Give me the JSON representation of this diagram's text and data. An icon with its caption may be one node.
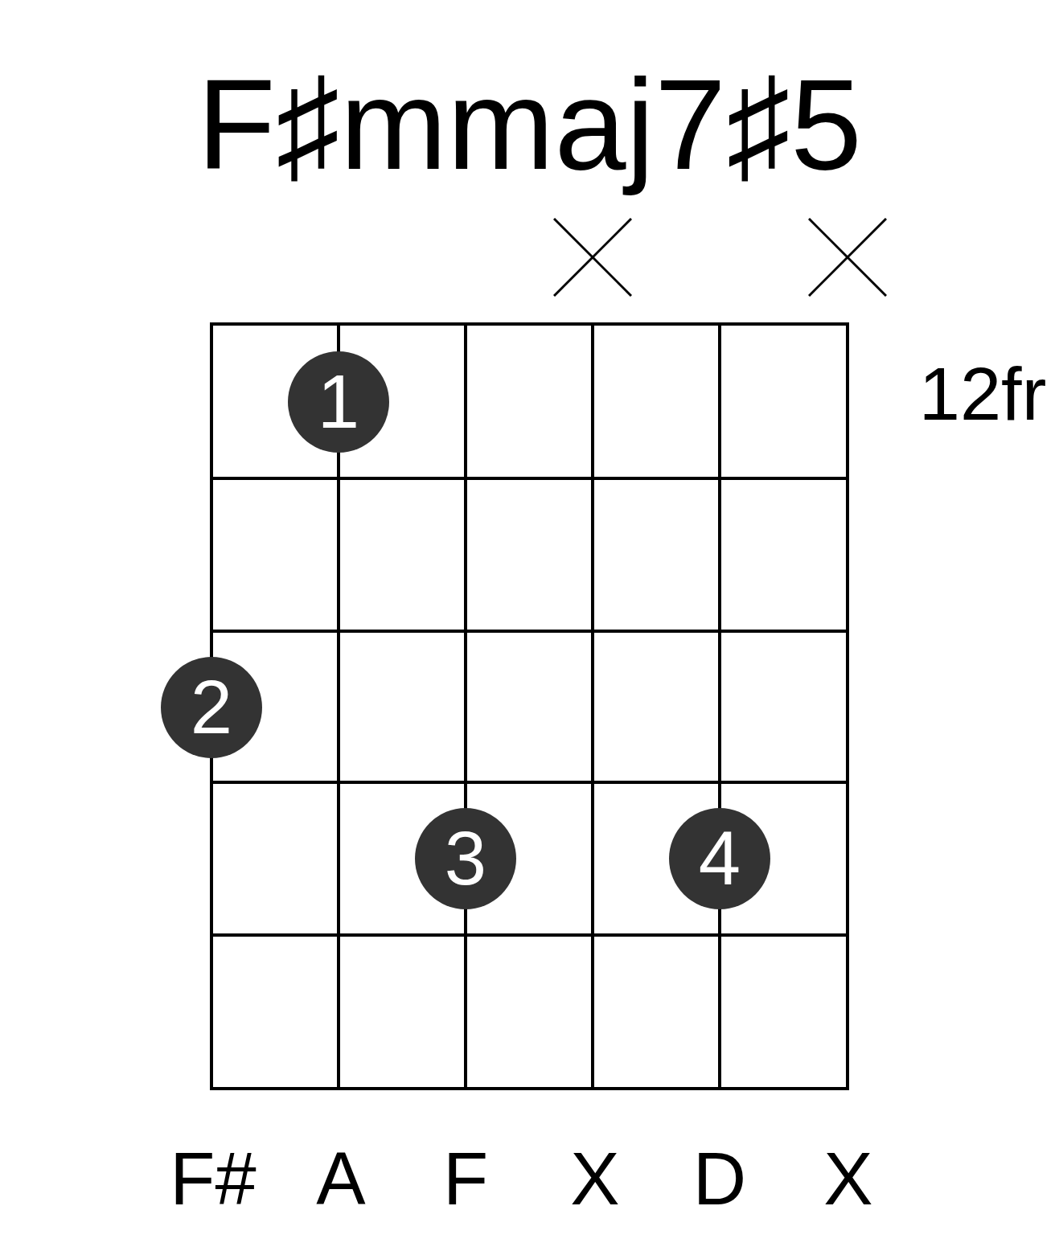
{
  "diagram": {
    "title": "F♯mmaj7♯5",
    "nodes": [
      {
        "text": [
          "1"
        ]
      },
      {
        "text": [
          "2"
        ]
      },
      {
        "text": [
          "3"
        ]
      },
      {
        "text": [
          "4"
        ]
      }
    ],
    "labels": [
      "12fr",
      "F#",
      "A",
      "F",
      "X",
      "D",
      "X"
    ]
  }
}
